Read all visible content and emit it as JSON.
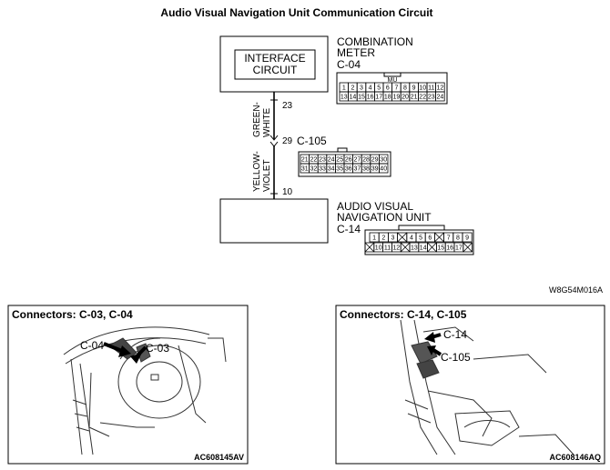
{
  "title": "Audio Visual Navigation Unit Communication Circuit",
  "interface_box": {
    "label_line1": "INTERFACE",
    "label_line2": "CIRCUIT"
  },
  "combination_meter": {
    "name_line1": "COMBINATION",
    "name_line2": "METER",
    "connector": "C-04",
    "mark": "MU"
  },
  "wires": {
    "upper": {
      "color_line1": "GREEN-",
      "color_line2": "WHITE"
    },
    "lower": {
      "color_line1": "YELLOW-",
      "color_line2": "VIOLET"
    }
  },
  "pins": {
    "meter_pin": "23",
    "joint_pin": "29",
    "av_pin": "10"
  },
  "joint_connector": {
    "name": "C-105"
  },
  "av_unit": {
    "name_line1": "AUDIO VISUAL",
    "name_line2": "NAVIGATION UNIT",
    "connector": "C-14"
  },
  "connector_c04": {
    "row1": [
      "1",
      "2",
      "3",
      "4",
      "5",
      "6",
      "7",
      "8",
      "9",
      "10",
      "11",
      "12"
    ],
    "row2": [
      "13",
      "14",
      "15",
      "16",
      "17",
      "18",
      "19",
      "20",
      "21",
      "22",
      "23",
      "24"
    ]
  },
  "connector_c105": {
    "row1": [
      "21",
      "22",
      "23",
      "24",
      "25",
      "26",
      "27",
      "28",
      "29",
      "30"
    ],
    "row2": [
      "31",
      "32",
      "33",
      "34",
      "35",
      "36",
      "37",
      "38",
      "39",
      "40"
    ]
  },
  "connector_c14": {
    "row1": [
      "1",
      "2",
      "3",
      "",
      "4",
      "5",
      "6",
      "",
      "7",
      "8",
      "9"
    ],
    "row2": [
      "",
      "10",
      "11",
      "12",
      "",
      "13",
      "14",
      "",
      "15",
      "16",
      "17",
      ""
    ]
  },
  "diagram_code": "W8G54M016A",
  "panels": [
    {
      "title": "Connectors: C-03, C-04",
      "callouts": [
        "C-04",
        "C-03"
      ],
      "figure_code": "AC608145AV"
    },
    {
      "title": "Connectors: C-14, C-105",
      "callouts": [
        "C-14",
        "C-105"
      ],
      "figure_code": "AC608146AQ"
    }
  ]
}
